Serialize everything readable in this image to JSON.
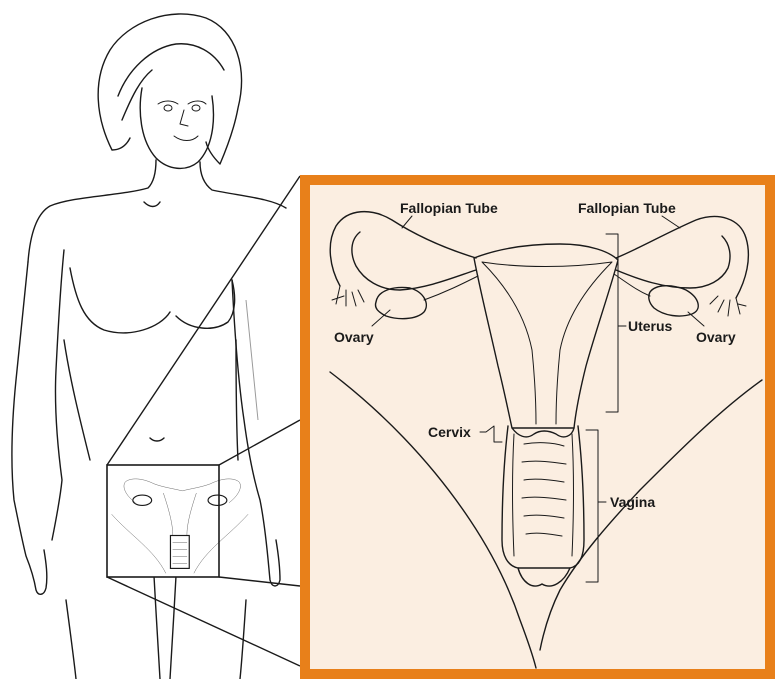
{
  "colors": {
    "frame": "#e8801a",
    "inset_background": "#fbeee1",
    "line": "#1a1a1a"
  },
  "labels": {
    "fallopian_tube_left": "Fallopian Tube",
    "fallopian_tube_right": "Fallopian Tube",
    "ovary_left": "Ovary",
    "ovary_right": "Ovary",
    "uterus": "Uterus",
    "cervix": "Cervix",
    "vagina": "Vagina"
  }
}
